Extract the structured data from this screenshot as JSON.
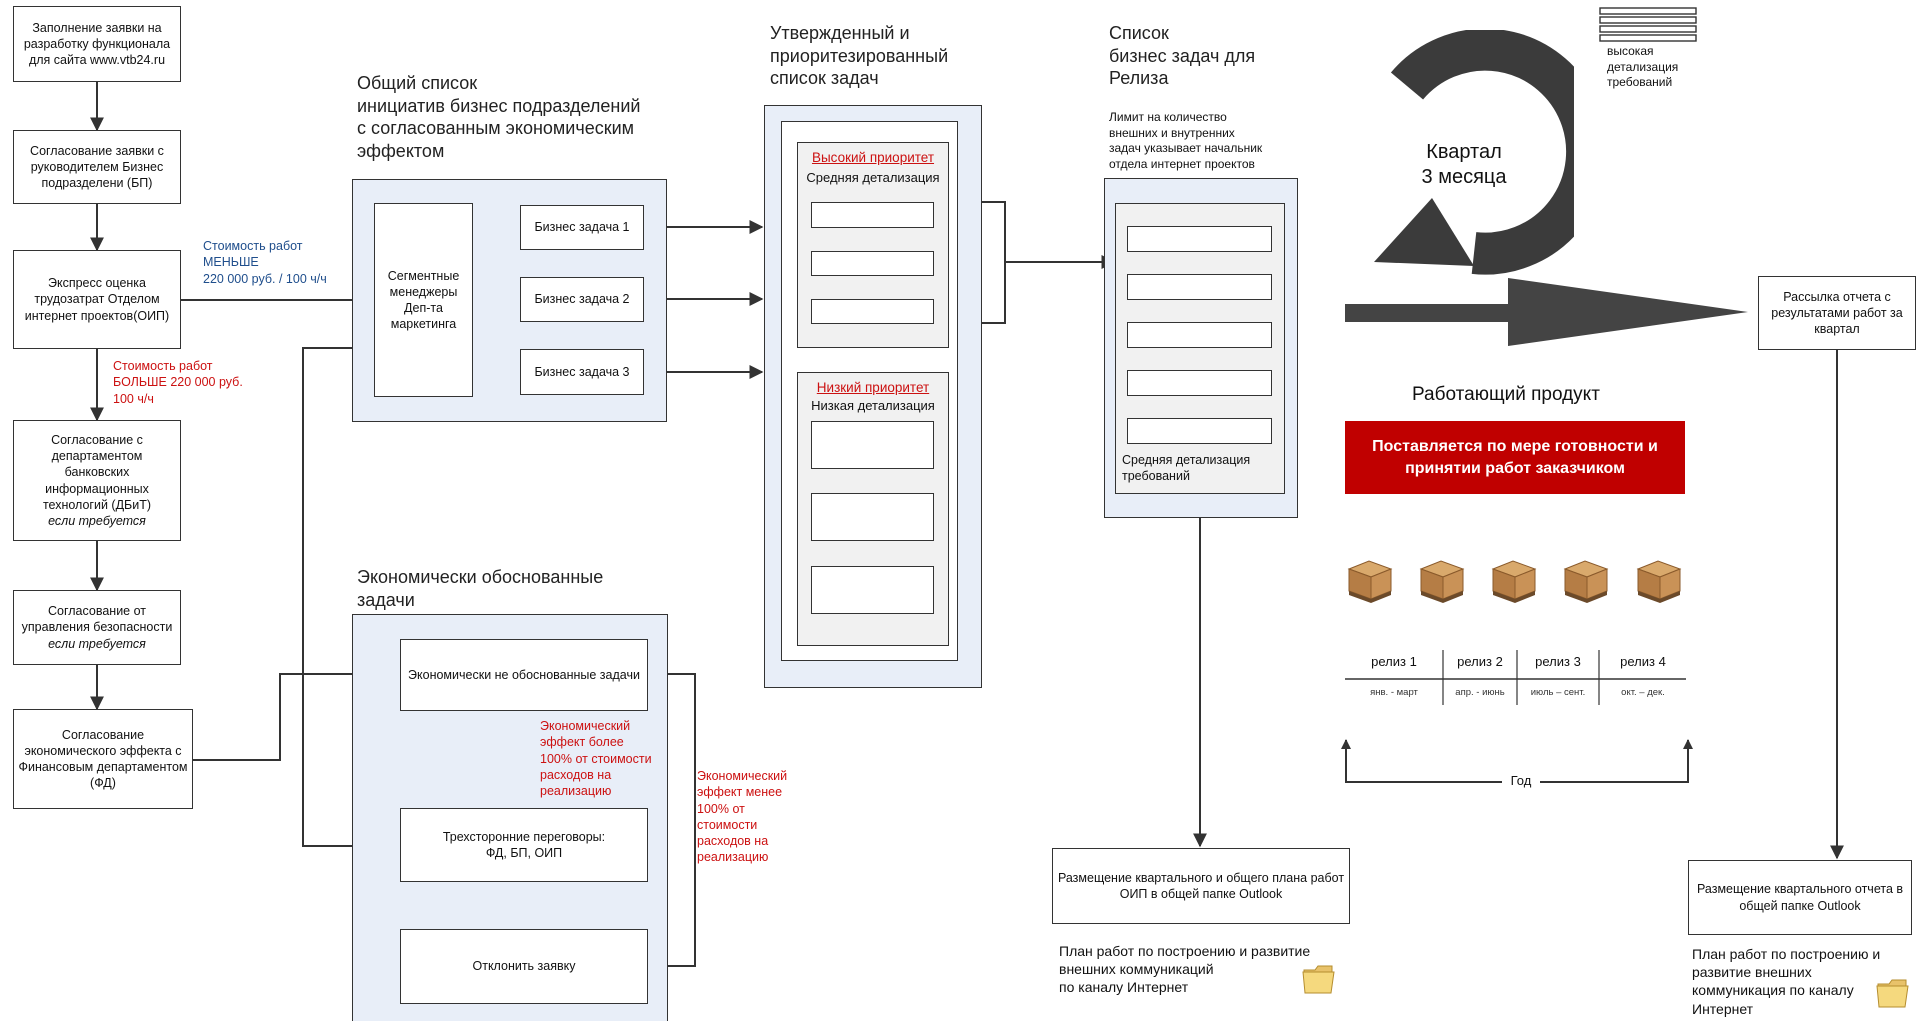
{
  "left_chain": {
    "step1": "Заполнение заявки на разработку функционала для сайта www.vtb24.ru",
    "step2": "Согласование заявки с руководителем Бизнес подразделени (БП)",
    "step3": "Экспресс оценка трудозатрат Отделом интернет проектов(ОИП)",
    "step4": "Согласование с департаментом банковских информационных технологий (ДБиТ)",
    "step4_note": "если требуется",
    "step5": "Согласование от управления безопасности",
    "step5_note": "если требуется",
    "step6": "Согласование экономического эффекта с Финансовым департаментом (ФД)",
    "cost_less": "Стоимость работ\nМЕНЬШЕ\n220 000 руб. / 100 ч/ч",
    "cost_more": "Стоимость работ\nБОЛЬШЕ 220 000 руб.\n100 ч/ч"
  },
  "initiatives": {
    "heading": "Общий список\nинициатив бизнес подразделений\nс согласованным экономическим\nэффектом",
    "managers": "Сегментные менеджеры Деп-та маркетинга",
    "task1": "Бизнес задача 1",
    "task2": "Бизнес задача 2",
    "task3": "Бизнес задача 3"
  },
  "economic": {
    "heading": "Экономически обоснованные\nзадачи",
    "not_justified": "Экономически не обоснованные задачи",
    "effect_more": "Экономический\nэффект более\n100% от стоимости\nрасходов на\nреализацию",
    "negotiations": "Трехсторонние переговоры:\nФД, БП, ОИП",
    "effect_less": "Экономический\nэффект менее\n100% от\nстоимости\nрасходов на\nреализацию",
    "reject": "Отклонить заявку"
  },
  "approved": {
    "heading": "Утвержденный и\nприоритезированный\nсписок задач",
    "high": "Высокий приоритет",
    "high_detail": "Средняя детализация",
    "low": "Низкий приоритет",
    "low_detail": "Низкая детализация"
  },
  "release": {
    "heading": "Список\nбизнес задач для\nРелиза",
    "limit_note": "Лимит на количество\nвнешних и внутренних\nзадач указывает начальник\nотдела интернет проектов",
    "detail": "Средняя детализация\nтребований",
    "publish": "Размещение квартального и общего плана работ ОИП в общей папке Outlook",
    "plan_note": "План работ по построению и развитие\nвнешних коммуникаций\nпо каналу Интернет"
  },
  "quarter": {
    "label_line1": "Квартал",
    "label_line2": "3 месяца",
    "detail_note": "высокая\nдетализация\nтребований",
    "report": "Рассылка отчета с результатами работ за квартал",
    "product_title": "Работающий продукт",
    "banner": "Поставляется по мере готовности и\nпринятии работ заказчиком",
    "releases": [
      {
        "name": "релиз 1",
        "period": "янв. - март"
      },
      {
        "name": "релиз 2",
        "period": "апр. - июнь"
      },
      {
        "name": "релиз 3",
        "period": "июль – сент."
      },
      {
        "name": "релиз 4",
        "period": "окт. – дек."
      }
    ],
    "year": "Год",
    "publish_report": "Размещение квартального отчета в общей папке Outlook",
    "report_plan_note": "План работ по построению и\nразвитие внешних\nкоммуникация по каналу\nИнтернет"
  },
  "colors": {
    "panel": "#e8eef8",
    "accent_red": "#cc1111",
    "banner_red": "#c00000",
    "note_blue": "#1f4e8c",
    "dark_gray": "#333333"
  },
  "icons": [
    "box-icon",
    "folder-icon",
    "cycle-arrow-icon",
    "document-stack-icon"
  ]
}
